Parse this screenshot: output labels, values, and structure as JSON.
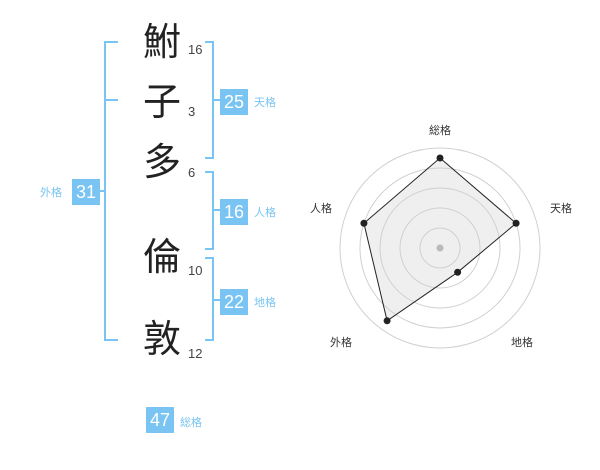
{
  "name": {
    "chars": [
      {
        "char": "鮒",
        "strokes": "16"
      },
      {
        "char": "子",
        "strokes": "3"
      },
      {
        "char": "多",
        "strokes": "6"
      },
      {
        "char": "倫",
        "strokes": "10"
      },
      {
        "char": "敦",
        "strokes": "12"
      }
    ]
  },
  "fortunes": {
    "tenkaku": {
      "value": "25",
      "label": "天格"
    },
    "jinkaku": {
      "value": "16",
      "label": "人格"
    },
    "chikaku": {
      "value": "22",
      "label": "地格"
    },
    "gaikaku": {
      "value": "31",
      "label": "外格"
    },
    "soukaku": {
      "value": "47",
      "label": "総格"
    }
  },
  "colors": {
    "accent": "#79c4f2",
    "text": "#222222"
  },
  "chart_data": {
    "type": "radar",
    "axes": [
      "総格",
      "天格",
      "地格",
      "外格",
      "人格"
    ],
    "values": [
      0.9,
      0.8,
      0.3,
      0.9,
      0.8
    ],
    "range": [
      0,
      1
    ],
    "rings": 5
  }
}
